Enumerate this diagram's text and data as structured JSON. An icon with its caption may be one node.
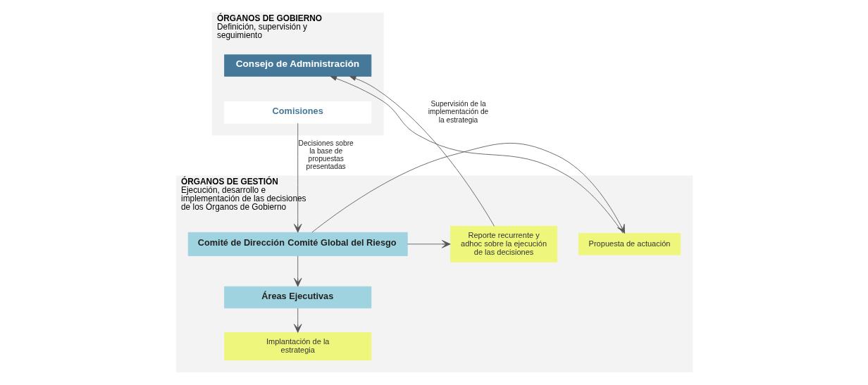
{
  "diagram": {
    "nodes": [
      {
        "text": [
          "ÓRGANOS DE GOBIERNO",
          "Definición, supervisión y seguimiento"
        ]
      },
      {
        "text": [
          "Consejo de Administración"
        ],
        "in": 0
      },
      {
        "text": [
          "Comisiones"
        ],
        "in": 0
      },
      {
        "text": [
          "ÓRGANOS DE GESTIÓN",
          "Ejecución, desarrollo e implementación de las decisiones de los Órganos de Gobierno"
        ]
      },
      {
        "text": [
          "Propuesta de actuación"
        ],
        "in": 3
      },
      {
        "text": [
          "Comité de Dirección",
          "Comité Global del Riesgo"
        ],
        "in": 3
      },
      {
        "text": [
          "Áreas Ejecutivas"
        ],
        "in": 3
      },
      {
        "text": [
          "Implantación de la estrategia"
        ],
        "in": 3
      },
      {
        "text": [
          "Reporte recurrente y adhoc sobre la ejecución de las decisiones"
        ],
        "in": 3
      }
    ],
    "edges": [
      {
        "from": 4,
        "to": 1,
        "arrow": "to"
      },
      {
        "from": 8,
        "to": 1,
        "arrow": "to",
        "label": "Supervisión de la implementación de la estrategia"
      },
      {
        "from": 2,
        "to": 5,
        "arrow": "to",
        "label": "Decisiones sobre la base de propuestas presentadas"
      },
      {
        "from": 5,
        "to": 4,
        "arrow": "to"
      },
      {
        "from": 5,
        "to": 8,
        "arrow": "to"
      },
      {
        "from": 5,
        "to": 6,
        "arrow": "to"
      },
      {
        "from": 6,
        "to": 7,
        "arrow": "to"
      }
    ]
  }
}
